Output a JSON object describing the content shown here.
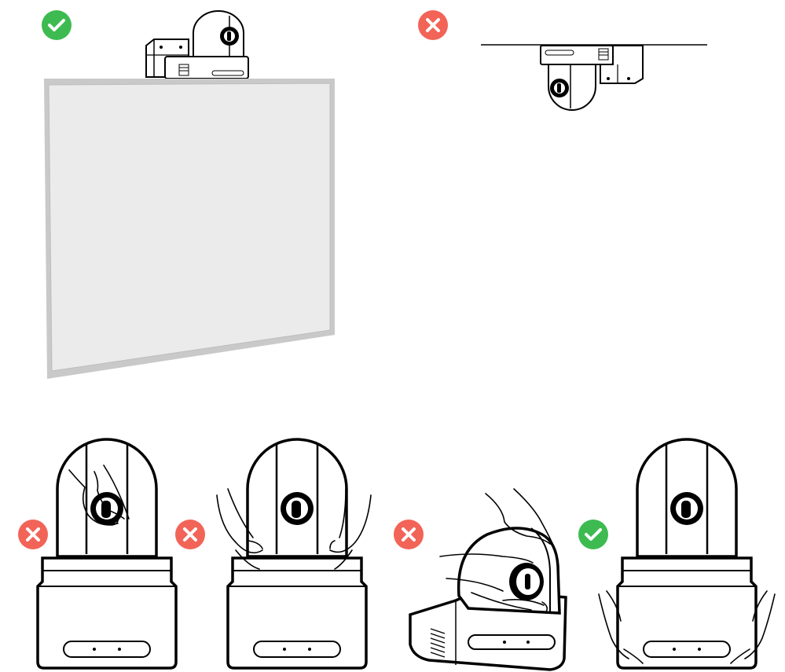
{
  "colors": {
    "ok": "#3dbb51",
    "not_ok": "#f26457",
    "line": "#000000",
    "screen_fill": "#ebebeb",
    "screen_edge": "#c9c9c9"
  },
  "icons": {
    "ok": "checkmark-icon",
    "not_ok": "cross-icon"
  },
  "panels": [
    {
      "id": "wall-mount-above-display",
      "status": "ok"
    },
    {
      "id": "ceiling-mount-inverted",
      "status": "not_ok"
    },
    {
      "id": "lift-by-camera-head-top",
      "status": "not_ok"
    },
    {
      "id": "lift-by-camera-head-sides",
      "status": "not_ok"
    },
    {
      "id": "lift-by-head-and-lens",
      "status": "not_ok"
    },
    {
      "id": "lift-by-base",
      "status": "ok"
    }
  ]
}
